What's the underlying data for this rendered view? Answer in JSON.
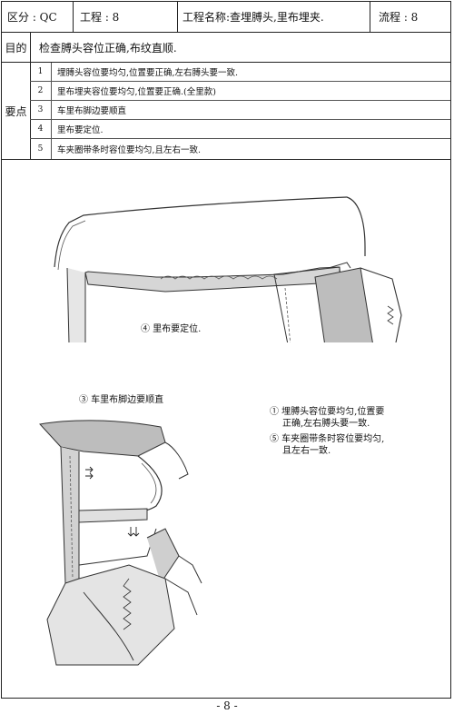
{
  "header": {
    "zone": "区分 : QC",
    "process_no": "工程 : 8",
    "process_name": "工程名称:查埋膊头,里布埋夹.",
    "flow": "流程 : 8"
  },
  "purpose": {
    "label": "目的",
    "text": "检查膊头容位正确,布纹直顺."
  },
  "points": {
    "label": "要点",
    "items": [
      {
        "num": "1",
        "text": "埋膊头容位要均匀,位置要正确,左右膊头要一致."
      },
      {
        "num": "2",
        "text": "里布埋夹容位要均匀,位置要正确.(全里款)"
      },
      {
        "num": "3",
        "text": "车里布脚边要顺直"
      },
      {
        "num": "4",
        "text": "里布要定位."
      },
      {
        "num": "5",
        "text": "车夹圈带条时容位要均匀,且左右一致."
      }
    ]
  },
  "annotations": {
    "a4": "④ 里布要定位.",
    "a3": "③ 车里布脚边要顺直",
    "a1_line1": "① 埋膊头容位要均匀,位置要",
    "a1_line2": "正确,左右膊头要一致.",
    "a5_line1": "⑤ 车夹圈带条时容位要均匀,",
    "a5_line2": "且左右一致."
  },
  "footer": {
    "page": "- 8 -"
  }
}
